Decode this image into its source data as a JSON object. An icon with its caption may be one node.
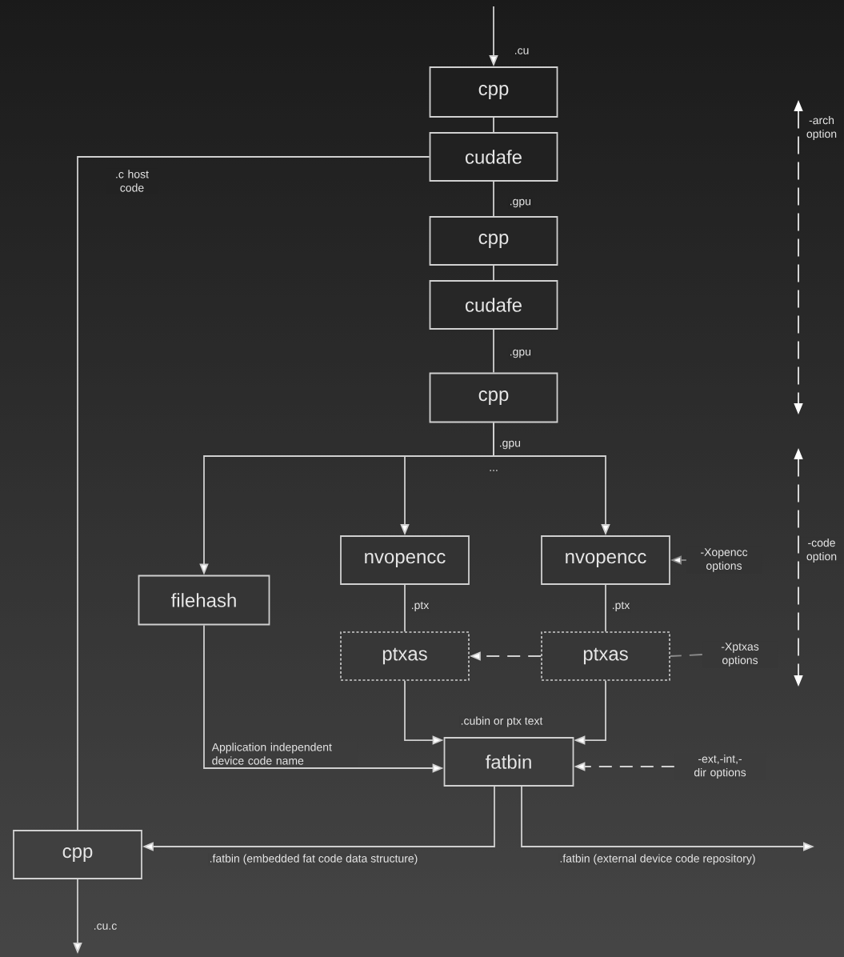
{
  "diagram": {
    "nodes": [
      {
        "text": [
          "cpp"
        ]
      },
      {
        "text": [
          "cudafe"
        ]
      },
      {
        "text": [
          "cpp"
        ]
      },
      {
        "text": [
          "cudafe"
        ]
      },
      {
        "text": [
          "cpp"
        ]
      },
      {
        "text": [
          "filehash"
        ]
      },
      {
        "text": [
          "nvopencc"
        ]
      },
      {
        "text": [
          "nvopencc"
        ]
      },
      {
        "text": [
          "ptxas"
        ]
      },
      {
        "text": [
          "ptxas"
        ]
      },
      {
        "text": [
          "fatbin"
        ]
      },
      {
        "text": [
          "cpp"
        ]
      },
      {
        "text": [
          "-Xopencc options"
        ]
      },
      {
        "text": [
          "-Xptxas options"
        ]
      },
      {
        "text": [
          "-ext,-int,-dir options"
        ]
      }
    ],
    "edges": [
      {
        "from": null,
        "to": 0,
        "arrow": "to",
        "label": ".cu"
      },
      {
        "from": 0,
        "to": 1,
        "arrow": "none"
      },
      {
        "from": 1,
        "to": 11,
        "arrow": "none",
        "label": ".c host code"
      },
      {
        "from": 1,
        "to": 2,
        "arrow": "none",
        "label": ".gpu"
      },
      {
        "from": 2,
        "to": 3,
        "arrow": "none"
      },
      {
        "from": 3,
        "to": 4,
        "arrow": "none",
        "label": ".gpu"
      },
      {
        "from": 4,
        "to": 5,
        "arrow": "to",
        "label": ".gpu"
      },
      {
        "from": 4,
        "to": 6,
        "arrow": "to"
      },
      {
        "from": 4,
        "to": 7,
        "arrow": "to"
      },
      {
        "from": 6,
        "to": 8,
        "arrow": "none",
        "label": ".ptx"
      },
      {
        "from": 7,
        "to": 9,
        "arrow": "none",
        "label": ".ptx"
      },
      {
        "from": 9,
        "to": 8,
        "arrow": "to",
        "style": "dashed"
      },
      {
        "from": 12,
        "to": 7,
        "arrow": "to",
        "style": "dashed",
        "color": "#8c8c8c"
      },
      {
        "from": 13,
        "to": 9,
        "arrow": "none",
        "style": "dashed",
        "color": "#8c8c8c"
      },
      {
        "from": 8,
        "to": 10,
        "arrow": "to",
        "label": ".cubin or ptx text"
      },
      {
        "from": 9,
        "to": 10,
        "arrow": "to"
      },
      {
        "from": 5,
        "to": 10,
        "arrow": "to",
        "label": "Application independent device code name"
      },
      {
        "from": 14,
        "to": 10,
        "arrow": "to",
        "style": "dashed"
      },
      {
        "from": 10,
        "to": 11,
        "arrow": "to",
        "label": ".fatbin (embedded fat code data structure)"
      },
      {
        "from": 10,
        "to": null,
        "arrow": "to",
        "label": ".fatbin (external device code repository)"
      },
      {
        "from": 11,
        "to": null,
        "arrow": "to",
        "label": ".cu.c"
      }
    ],
    "labels": [
      "...",
      "-arch option",
      "-code option"
    ]
  }
}
